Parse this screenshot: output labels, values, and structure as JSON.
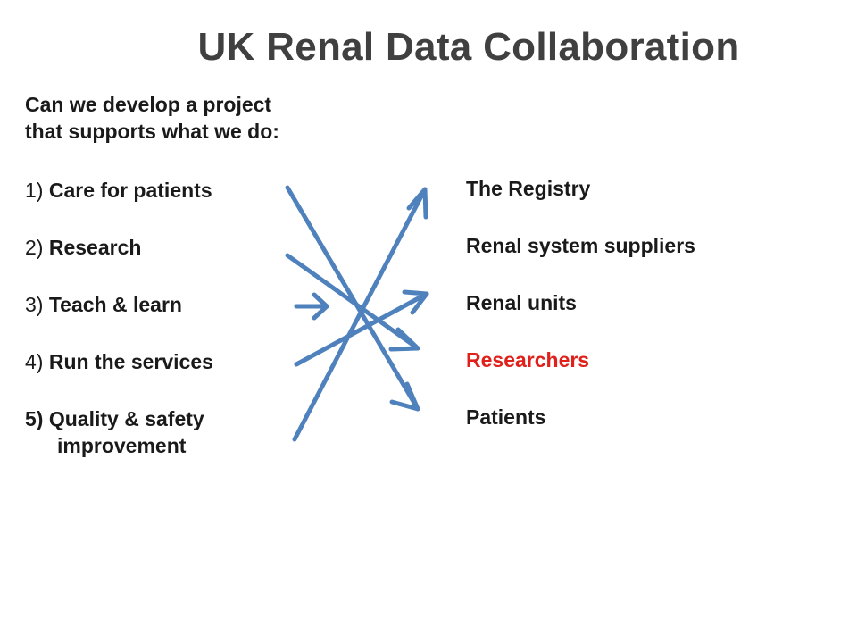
{
  "title": "UK Renal Data Collaboration",
  "intro": {
    "line1": "Can we develop a project",
    "line2": "that supports what we do:"
  },
  "left_items": [
    {
      "num": "1)",
      "text": "Care for patients"
    },
    {
      "num": "2)",
      "text": "Research"
    },
    {
      "num": "3)",
      "text": "Teach & learn"
    },
    {
      "num": "4)",
      "text": "Run the services"
    },
    {
      "num": "5)",
      "text": "Quality & safety",
      "continuation": "improvement"
    }
  ],
  "right_items": [
    {
      "text": "The Registry",
      "color": "#1a1a1a"
    },
    {
      "text": "Renal system suppliers",
      "color": "#1a1a1a"
    },
    {
      "text": "Renal units",
      "color": "#1a1a1a"
    },
    {
      "text": "Researchers",
      "color": "#e0201b"
    },
    {
      "text": "Patients",
      "color": "#1a1a1a"
    }
  ],
  "colors": {
    "arrow": "#4f81bd",
    "title": "#404040",
    "text": "#1a1a1a",
    "highlight": "#e0201b"
  }
}
